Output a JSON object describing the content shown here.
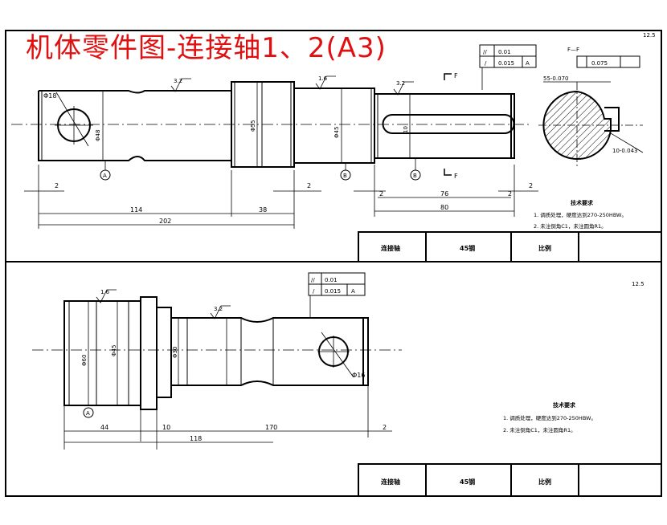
{
  "title": "机体零件图-连接轴1、2(A3)",
  "drawing1": {
    "dims": {
      "d_left_gap": "2",
      "d_114": "114",
      "d_38": "38",
      "d_202": "202",
      "d_gap_mid": "2",
      "d_76": "76",
      "d_80": "80",
      "d_gap_r1": "2",
      "d_gap_r2": "2",
      "d_2a": "2",
      "d_hole": "Φ18",
      "d_dia1": "Φ48",
      "d_dia2": "Φ45",
      "d_dia3": "Φ55",
      "d_keyslot": "10",
      "section_top": "55-0.070",
      "section_bot": "10-0.043",
      "sec_tol": "0.075"
    },
    "rough": [
      "3.2",
      "1.6",
      "3.2",
      "12.5"
    ],
    "gdt": [
      [
        "//",
        "0.01",
        ""
      ],
      [
        "/",
        "0.015",
        "A"
      ]
    ],
    "datum": [
      "A",
      "B",
      "B"
    ],
    "section_label": "F—F",
    "section_marks": [
      "F",
      "F"
    ],
    "tech_title": "技术要求",
    "tech_notes": [
      "1. 调质处理，硬度达到270-250HBW。",
      "2. 未注倒角C1，未注圆角R1。"
    ],
    "titleblock": [
      "连接轴",
      "45钢",
      "比例"
    ]
  },
  "drawing2": {
    "dims": {
      "d_44": "44",
      "d_10": "10",
      "d_118": "118",
      "d_170": "170",
      "d_2": "2",
      "d_hole": "Φ16",
      "d_dia_big": "Φ60",
      "d_dia_mid": "Φ45",
      "d_dia_small": "Φ30"
    },
    "rough": [
      "1.6",
      "3.2",
      "12.5"
    ],
    "gdt": [
      [
        "//",
        "0.01",
        ""
      ],
      [
        "/",
        "0.015",
        "A"
      ]
    ],
    "datum": [
      "A"
    ],
    "tech_title": "技术要求",
    "tech_notes": [
      "1. 调质处理，硬度达到270-250HBW。",
      "2. 未注倒角C1，未注圆角R1。"
    ],
    "titleblock": [
      "连接轴",
      "45钢",
      "比例"
    ]
  },
  "colors": {
    "title": "#e01010",
    "line": "#000000"
  }
}
